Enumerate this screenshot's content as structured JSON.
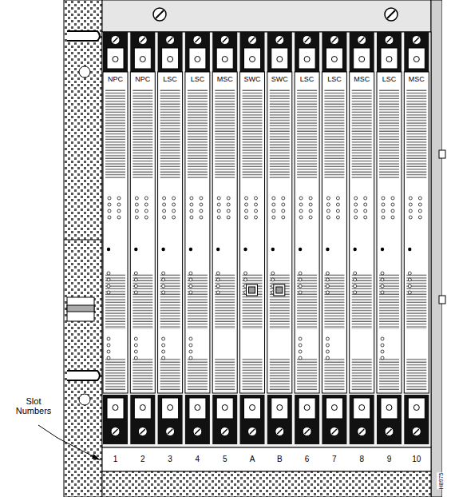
{
  "diagram": {
    "nodes": [
      {
        "text": [
          "NPC"
        ]
      },
      {
        "text": [
          "NPC"
        ]
      },
      {
        "text": [
          "LSC"
        ]
      },
      {
        "text": [
          "LSC"
        ]
      },
      {
        "text": [
          "MSC"
        ]
      },
      {
        "text": [
          "SWC"
        ]
      },
      {
        "text": [
          "SWC"
        ]
      },
      {
        "text": [
          "LSC"
        ]
      },
      {
        "text": [
          "LSC"
        ]
      },
      {
        "text": [
          "MSC"
        ]
      },
      {
        "text": [
          "LSC"
        ]
      },
      {
        "text": [
          "MSC"
        ]
      }
    ],
    "labels": [
      "Slot Numbers",
      "1",
      "2",
      "3",
      "4",
      "5",
      "A",
      "B",
      "6",
      "7",
      "8",
      "9",
      "10",
      "H8975"
    ]
  }
}
